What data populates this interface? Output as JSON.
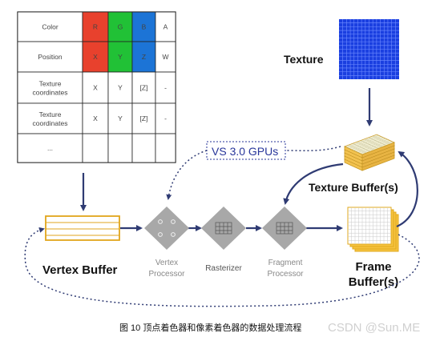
{
  "table": {
    "rows": [
      [
        "Color",
        "R",
        "G",
        "B",
        "A"
      ],
      [
        "Position",
        "X",
        "Y",
        "Z",
        "W"
      ],
      [
        "Texture coordinates",
        "X",
        "Y",
        "[Z]",
        "-"
      ],
      [
        "Texture coordinates",
        "X",
        "Y",
        "[Z]",
        "-"
      ],
      [
        "...",
        "",
        "",
        "",
        ""
      ]
    ],
    "colors": {
      "red": "#e8412d",
      "green": "#21c136",
      "blue": "#1c74d6"
    }
  },
  "texture_label": "Texture",
  "texture_buffers_label": "Texture Buffer(s)",
  "vs_label": "VS 3.0 GPUs",
  "vertex_buffer_label": "Vertex Buffer",
  "vertex_processor_label": [
    "Vertex",
    "Processor"
  ],
  "rasterizer_label": "Rasterizer",
  "fragment_processor_label": [
    "Fragment",
    "Processor"
  ],
  "frame_buffer_label": [
    "Frame",
    "Buffer(s)"
  ],
  "caption": "图 10 顶点着色器和像素着色器的数据处理流程",
  "watermark": "CSDN @Sun.ME",
  "colors": {
    "arrow": "#2f3b73",
    "diamond": "#a8a8a8",
    "texture_blue": "#1a3fe0",
    "buffer_yellow": "#f2c24f",
    "vs_label": "#27359a"
  }
}
